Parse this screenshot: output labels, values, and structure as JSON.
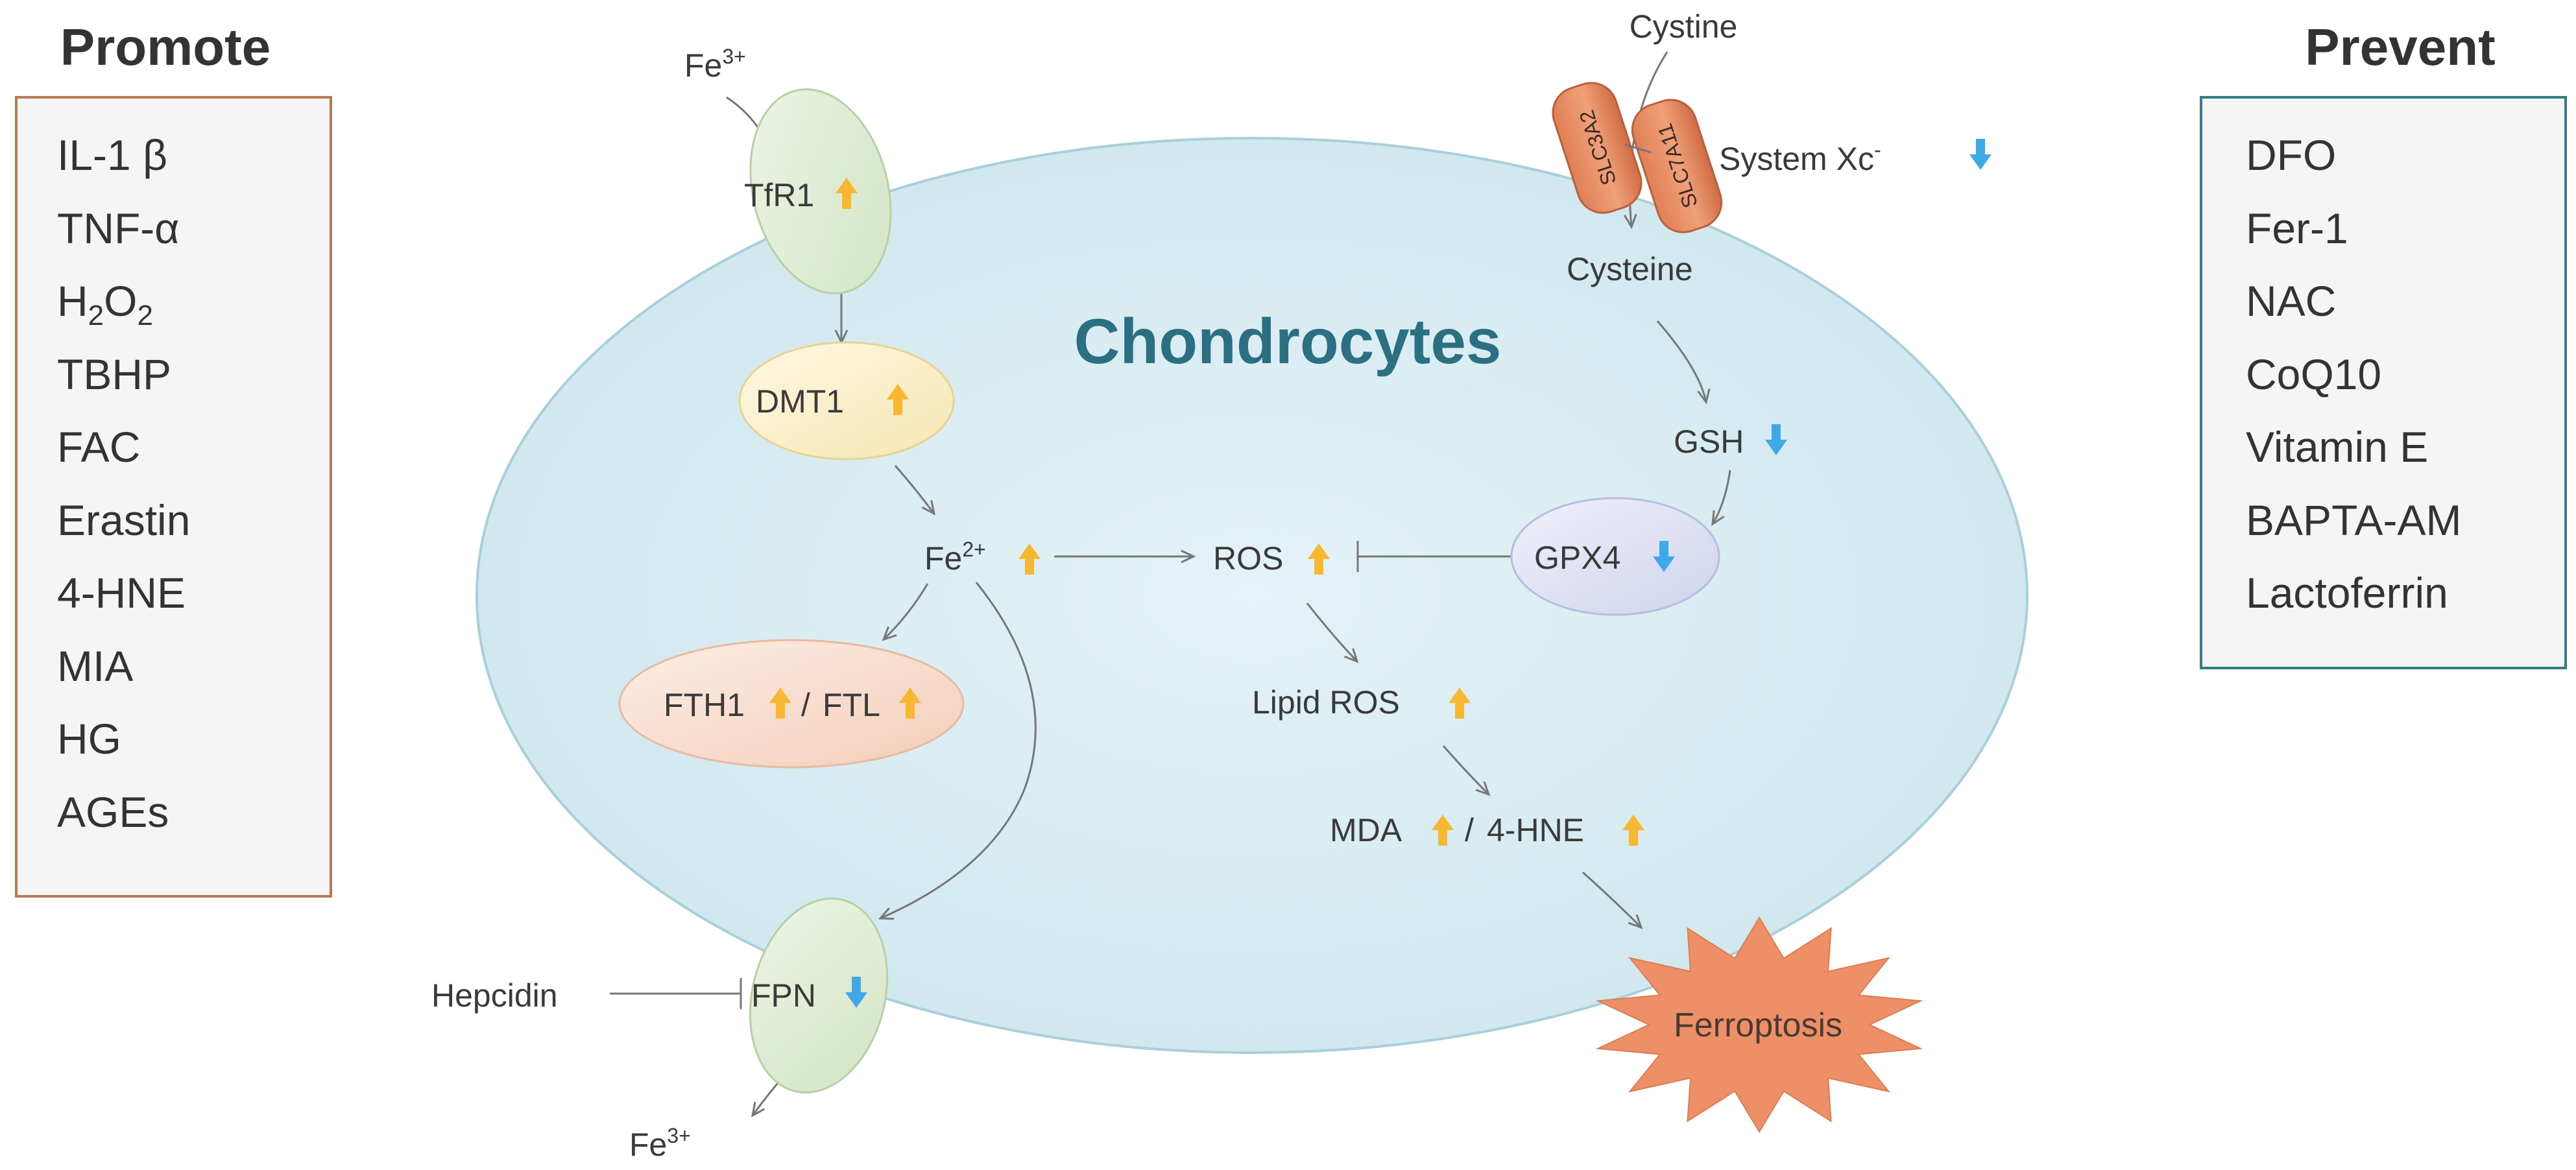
{
  "promote": {
    "title": "Promote",
    "items": [
      "IL-1 β",
      "TNF-α",
      "H",
      "TBHP",
      "FAC",
      "Erastin",
      "4-HNE",
      "MIA",
      "HG",
      "AGEs"
    ],
    "h2o2": {
      "a": "H",
      "b": "2",
      "c": "O",
      "d": "2"
    }
  },
  "prevent": {
    "title": "Prevent",
    "items": [
      "DFO",
      "Fer-1",
      "NAC",
      "CoQ10",
      "Vitamin E",
      "BAPTA-AM",
      "Lactoferrin"
    ]
  },
  "cell": {
    "label": "Chondrocytes"
  },
  "nodes": {
    "fe3_in": {
      "base": "Fe",
      "sup": "3+"
    },
    "fe3_out": {
      "base": "Fe",
      "sup": "3+"
    },
    "fe2": {
      "base": "Fe",
      "sup": "2+"
    },
    "tfr1": "TfR1",
    "dmt1": "DMT1",
    "fth1": "FTH1",
    "slash": "/",
    "ftl": "FTL",
    "fpn": "FPN",
    "hepcidin": "Hepcidin",
    "ros": "ROS",
    "lipid_ros": "Lipid ROS",
    "mda": "MDA",
    "hne": "4-HNE",
    "ferroptosis": "Ferroptosis",
    "cystine": "Cystine",
    "cysteine": "Cysteine",
    "slc3a2": "SLC3A2",
    "slc7a11": "SLC7A11",
    "system_xc": {
      "base": "System Xc",
      "sup": "-"
    },
    "gsh": "GSH",
    "gpx4": "GPX4"
  },
  "colors": {
    "up_arrow": "#f7b730",
    "down_arrow": "#3fa9e8",
    "promote_border": "#b87a52",
    "prevent_border": "#2e7f86",
    "cell_fill": "#d8edf3",
    "ferroptosis": "#ee9067",
    "cell_label": "#2d6f82"
  },
  "icons": [
    "up-arrow-icon",
    "down-arrow-icon"
  ]
}
